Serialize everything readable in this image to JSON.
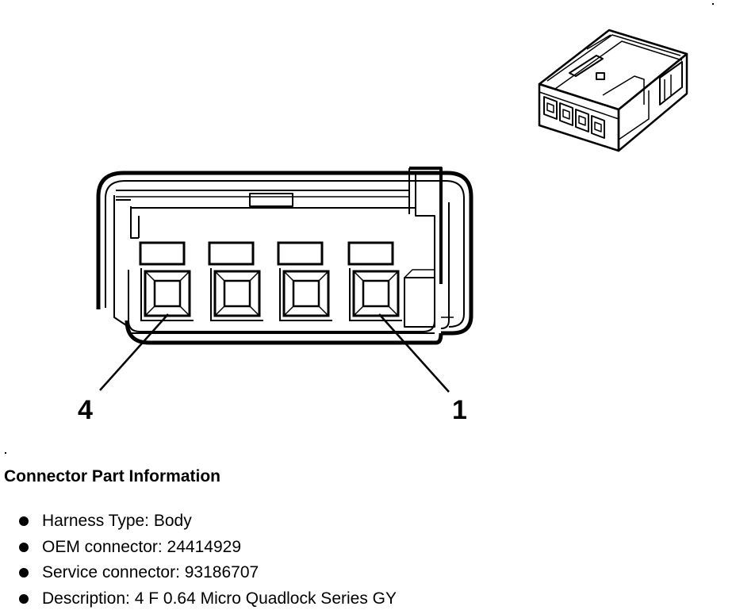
{
  "diagram": {
    "pin_labels": [
      {
        "id": "pin-4",
        "text": "4"
      },
      {
        "id": "pin-1",
        "text": "1"
      }
    ],
    "pin_count": 4
  },
  "info": {
    "title": "Connector Part Information",
    "items": [
      {
        "label": "Harness Type:",
        "value": "Body",
        "text": "Harness Type: Body"
      },
      {
        "label": "OEM connector:",
        "value": "24414929",
        "text": "OEM connector: 24414929"
      },
      {
        "label": "Service connector:",
        "value": "93186707",
        "text": "Service connector: 93186707"
      },
      {
        "label": "Description:",
        "value": "4 F 0.64 Micro Quadlock Series GY",
        "text": "Description: 4 F 0.64 Micro Quadlock Series GY"
      }
    ]
  }
}
